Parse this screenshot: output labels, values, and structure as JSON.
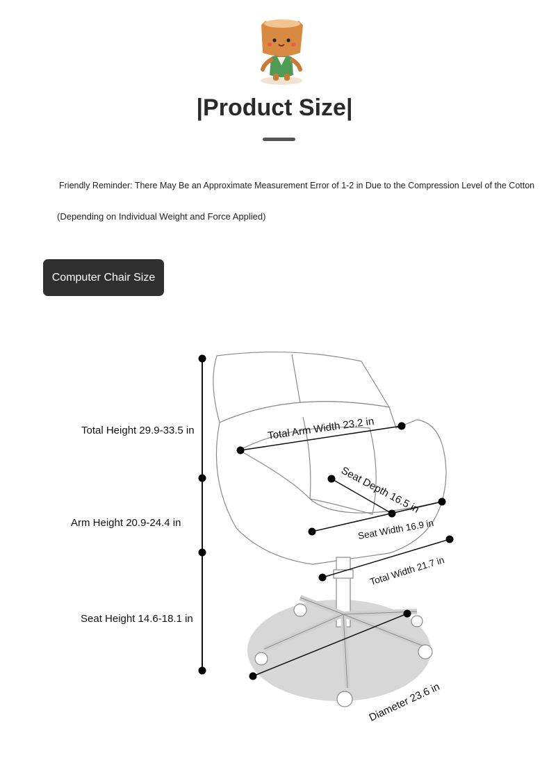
{
  "header": {
    "mascot_icon": "tree-stump-mascot-icon",
    "title": "|Product Size|"
  },
  "notes": {
    "reminder": "Friendly Reminder: There May Be an Approximate Measurement Error of 1-2 in Due to the Compression Level of the Cotton",
    "detail": "(Depending on Individual Weight and Force Applied)"
  },
  "section": {
    "label": "Computer Chair Size"
  },
  "dimensions": {
    "total_height": "Total Height 29.9-33.5 in",
    "arm_height": "Arm Height 20.9-24.4 in",
    "seat_height": "Seat Height 14.6-18.1 in",
    "total_arm_width": "Total Arm Width 23.2 in",
    "seat_depth": "Seat Depth 16.5 in",
    "seat_width": "Seat Width 16.9 in",
    "total_width": "Total Width 21.7 in",
    "diameter": "Diameter 23.6 in"
  },
  "colors": {
    "button_bg": "#2f2f2f",
    "floor_shadow": "#d7d7d7"
  }
}
